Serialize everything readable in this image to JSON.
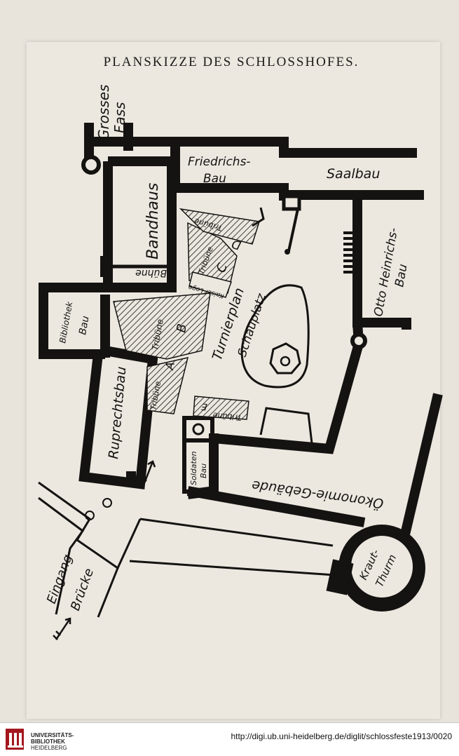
{
  "title": "PLANSKIZZE DES SCHLOSSHOFES.",
  "labels": {
    "grosses_fass_1": "Grosses",
    "grosses_fass_2": "Fass",
    "friedrichsbau_1": "Friedrichs-",
    "friedrichsbau_2": "Bau",
    "saalbau": "Saalbau",
    "bandhaus": "Bandhaus",
    "buehne": "Bühne",
    "bibliothek_1": "Bibliothek",
    "bibliothek_2": "Bau",
    "otto_heinrichsbau_1": "Otto Heinrichs-",
    "otto_heinrichsbau_2": "Bau",
    "turnierplan": "Turnierplan",
    "schauplatz": "Schauplatz",
    "ruprechtsbau": "Ruprechtsbau",
    "soldatenbau_1": "Soldaten",
    "soldatenbau_2": "Bau",
    "oekonomie": "Ökonomie-Gebäude",
    "krautthurm_1": "Kraut-",
    "krautthurm_2": "Thurm",
    "eingang": "Eingang",
    "bruecke": "Brücke",
    "tribune_a": "Tribüne",
    "letter_a": "A",
    "tribune_b": "Tribüne",
    "letter_b": "B",
    "tribune_c": "Tribüne",
    "letter_c": "C",
    "tribune_d": "Tribüne",
    "letter_d": "D",
    "tribune_e": "Tribüne",
    "letter_e": "E",
    "kaiserloge": "Kaiser-Loge"
  },
  "footer": {
    "logo_name": "UNIVERSITÄTS-BIBLIOTHEK",
    "logo_city": "HEIDELBERG",
    "url": "http://digi.ub.uni-heidelberg.de/diglit/schlossfeste1913/0020"
  },
  "colors": {
    "ink": "#141311",
    "paper": "#ece8e0",
    "logo_red": "#a3171e"
  }
}
